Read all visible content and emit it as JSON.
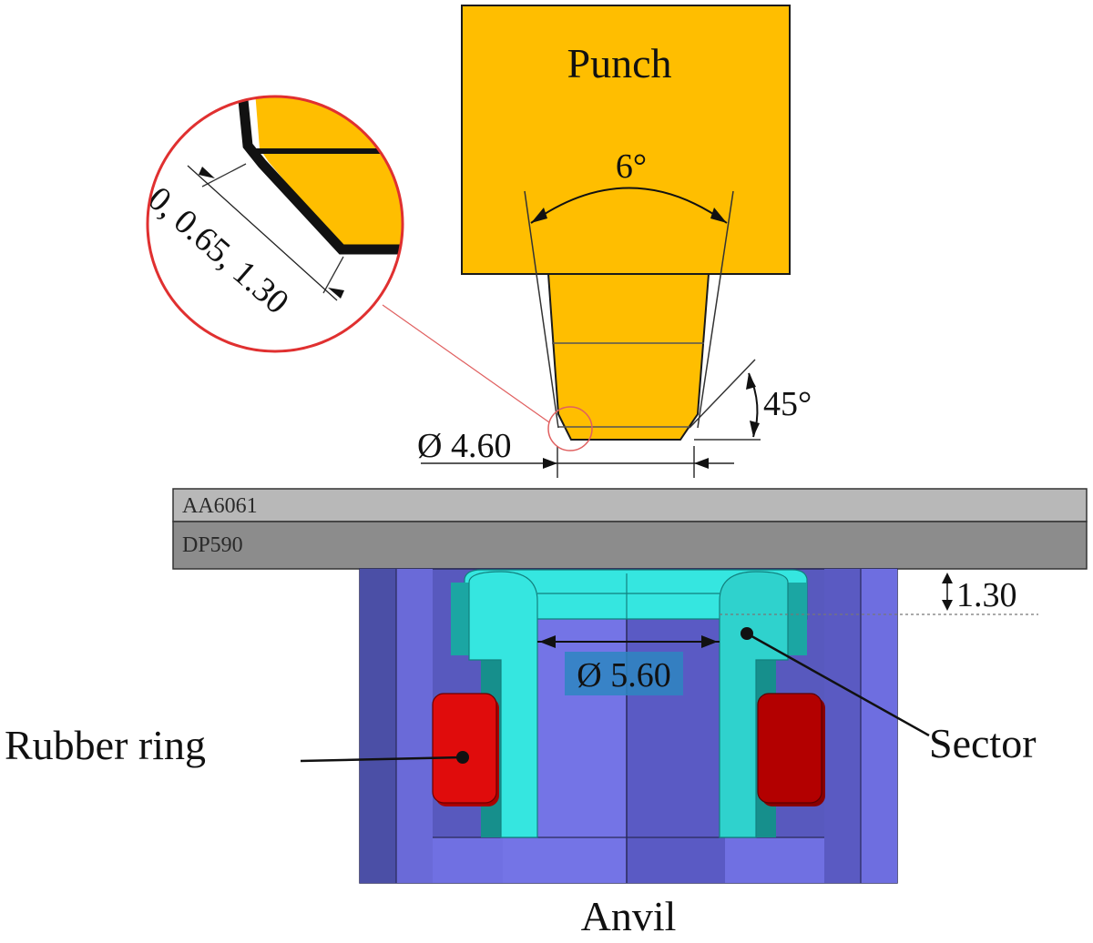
{
  "labels": {
    "punch": "Punch",
    "anvil": "Anvil",
    "rubber_ring": "Rubber ring",
    "sector": "Sector",
    "sheet_top": "AA6061",
    "sheet_bottom": "DP590"
  },
  "dimensions": {
    "taper_angle": "6°",
    "chamfer_angle": "45°",
    "punch_diameter": "Ø 4.60",
    "anvil_diameter": "Ø 5.60",
    "gap": "1.30",
    "chamfer_sizes": "0, 0.65, 1.30"
  },
  "colors": {
    "punch": "#FFBE00",
    "sheet_top": "#B8B8B8",
    "sheet_bottom": "#8C8C8C",
    "anvil_dark": "#4B4FA6",
    "anvil_mid": "#6767D6",
    "anvil_light": "#7474E6",
    "sector": "#35E6E0",
    "sector_dark": "#1BA6A3",
    "rubber": "#E00C0C",
    "rubber_dark": "#AA0000",
    "zoom_circle": "#E03030",
    "dim_box": "#2E86C1"
  }
}
